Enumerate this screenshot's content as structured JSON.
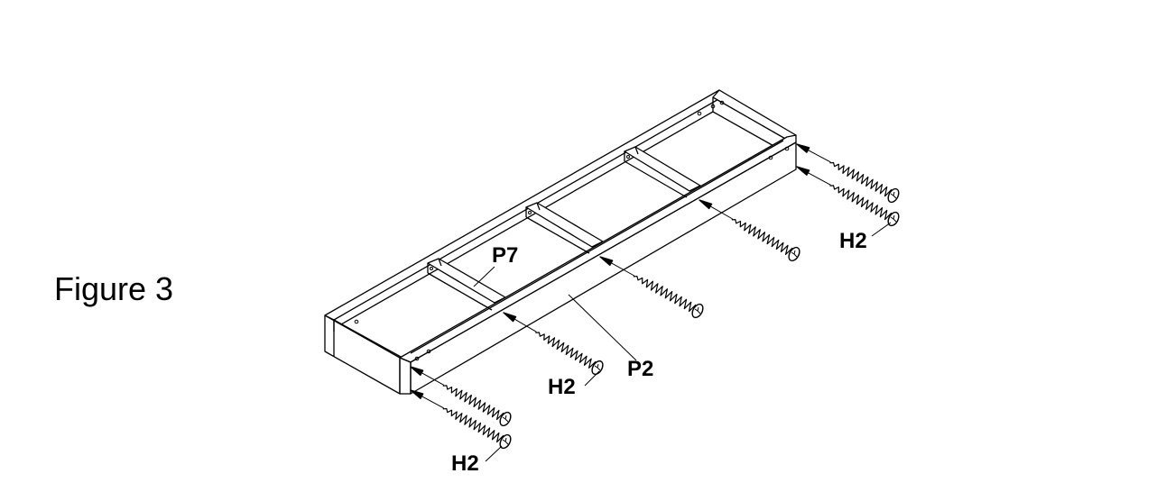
{
  "figure_label": "Figure 3",
  "parts": {
    "divider": "P7",
    "front_panel": "P2",
    "screw": "H2"
  },
  "screw_callouts": [
    "H2",
    "H2",
    "H2"
  ],
  "colors": {
    "line": "#000000",
    "background": "#ffffff"
  }
}
